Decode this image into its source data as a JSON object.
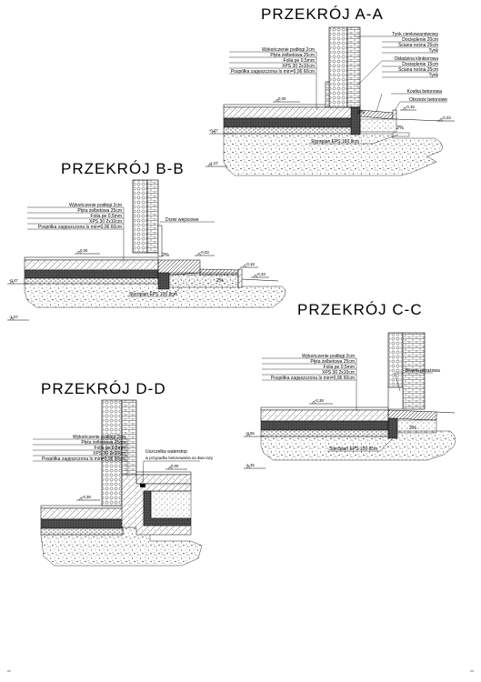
{
  "sections": {
    "aa": {
      "title": "PRZEKRÓJ   A-A",
      "floor_layers": [
        "Wykończenie podłogi 2cm",
        "Płyta żelbetowa 25cm",
        "Folia pe 0,5mm",
        "XPS 30  2x10cm",
        "Pospółka zagęszczona Is min=0,96  60cm"
      ],
      "wall_top": [
        "Tynk cienkowarstwowy",
        "Docieplenie 20cm",
        "Ściana nośna 25cm",
        "Tynk"
      ],
      "wall_bottom": [
        "Okładzina klinkierowa",
        "Docieplenie 15cm",
        "Ściana nośna 25cm",
        "Tynk"
      ],
      "kostka": "Kostka betonowa",
      "obrzeze": "Obrzeże betonowe",
      "styro": "Styropian EPS 100 8cm",
      "levels": [
        "0,00",
        "-0,15",
        "-0,33",
        "-0,47",
        "-1,07"
      ],
      "slopes": [
        "2%",
        "2%"
      ]
    },
    "bb": {
      "title": "PRZEKRÓJ   B-B",
      "floor_layers": [
        "Wykończenie podłogi 2cm",
        "Płyta żelbetowa 25cm",
        "Folia pe 0,5mm",
        "XPS 30  2x10cm",
        "Pospółka zagęszczona Is min=0,96  60cm"
      ],
      "door": "Drzwi wejściowe",
      "styro": "Styropian EPS 100 8cm",
      "levels": [
        "0,00",
        "-0,03",
        "-0,18",
        "-0,33",
        "-0,47",
        "-1,07"
      ],
      "slopes": [
        "2%",
        "2%"
      ]
    },
    "cc": {
      "title": "PRZEKRÓJ   C-C",
      "floor_layers": [
        "Wykończenie podłogi 2cm",
        "Płyta żelbetowa 25cm",
        "Folia pe 0,5mm",
        "XPS 30  2x10cm",
        "Pospółka zagęszczona Is min=0,96  60cm"
      ],
      "brama": "Brama garażowa",
      "styro": "Styropian EPS 100 8cm",
      "levels": [
        "-0,38",
        "-0,65",
        "-1,45"
      ],
      "slopes": [
        "2%"
      ]
    },
    "dd": {
      "title": "PRZEKRÓJ   D-D",
      "floor_layers": [
        "Wykończenie podłogi 2cm",
        "Płyta żelbetowa 25cm",
        "Folia pe 0,5mm",
        "XPS 30  2x10cm",
        "Pospółka zagęszczona Is min=0,96  60cm"
      ],
      "uszczelka": [
        "Uszczelka waterstop",
        "w przypadku betonowania na dwa razy"
      ],
      "levels": [
        "0,00",
        "-0,38"
      ]
    }
  }
}
